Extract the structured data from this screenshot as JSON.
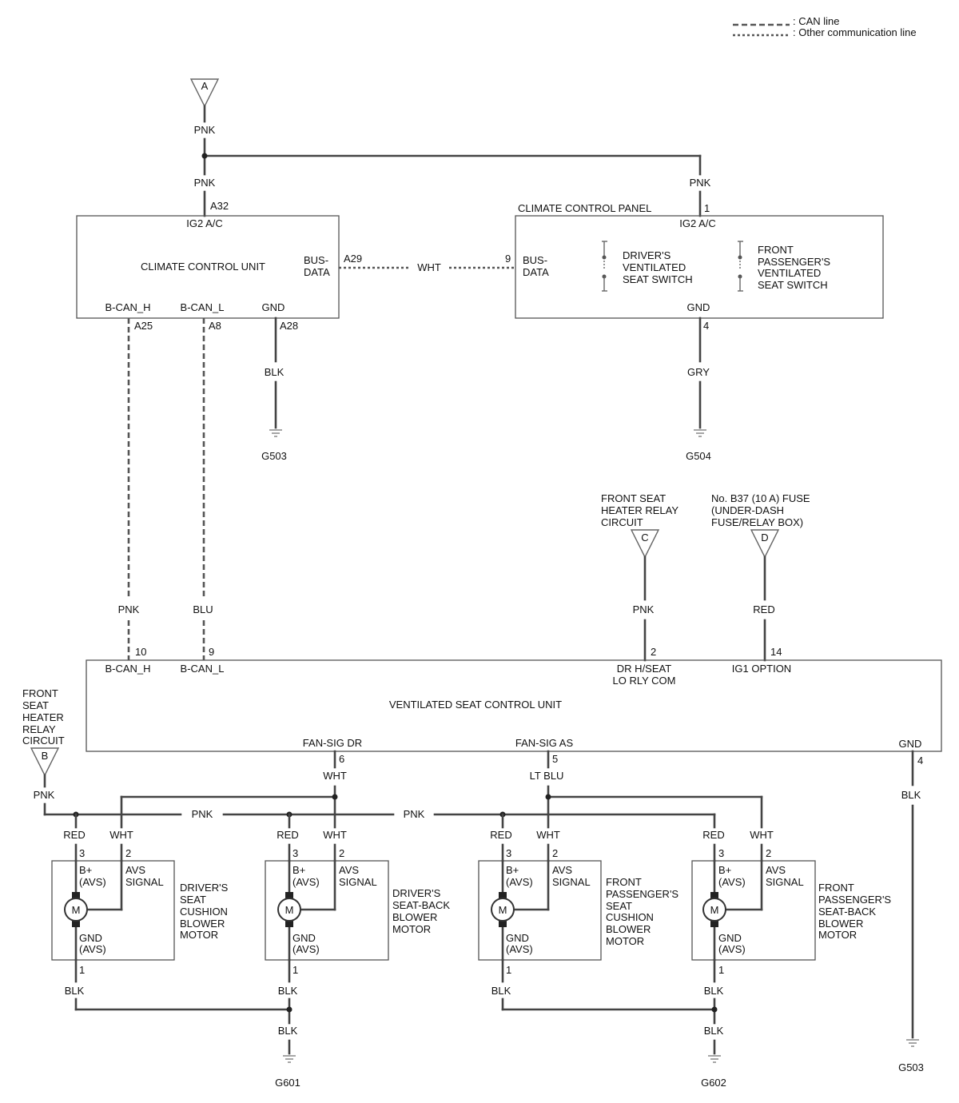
{
  "legend": {
    "can_line": ": CAN line",
    "other_line": ": Other communication line"
  },
  "connectors": {
    "a": "A",
    "b": "B",
    "c": "C",
    "d": "D"
  },
  "wire_colors": {
    "pnk": "PNK",
    "wht": "WHT",
    "blk": "BLK",
    "gry": "GRY",
    "blu": "BLU",
    "red": "RED",
    "lt_blu": "LT BLU"
  },
  "climate_unit": {
    "name": "CLIMATE CONTROL UNIT",
    "ig2": "IG2 A/C",
    "bus_1": "BUS-",
    "bus_2": "DATA",
    "bcan_h": "B-CAN_H",
    "bcan_l": "B-CAN_L",
    "gnd": "GND",
    "pins": {
      "ig2": "A32",
      "bus": "A29",
      "bcan_h": "A25",
      "bcan_l": "A8",
      "gnd": "A28"
    }
  },
  "climate_panel": {
    "name": "CLIMATE CONTROL PANEL",
    "ig2": "IG2 A/C",
    "bus_1": "BUS-",
    "bus_2": "DATA",
    "gnd": "GND",
    "pins": {
      "ig2": "1",
      "bus": "9",
      "gnd": "4"
    },
    "driver_switch": [
      "DRIVER'S",
      "VENTILATED",
      "SEAT SWITCH"
    ],
    "pass_switch": [
      "FRONT",
      "PASSENGER'S",
      "VENTILATED",
      "SEAT SWITCH"
    ]
  },
  "grounds": {
    "g503": "G503",
    "g504": "G504",
    "g601": "G601",
    "g602": "G602"
  },
  "relay_circuit": [
    "FRONT SEAT",
    "HEATER RELAY",
    "CIRCUIT"
  ],
  "fuse": [
    "No. B37 (10 A) FUSE",
    "(UNDER-DASH",
    "FUSE/RELAY BOX)"
  ],
  "left_relay": [
    "FRONT",
    "SEAT",
    "HEATER",
    "RELAY",
    "CIRCUIT"
  ],
  "vent_unit": {
    "name": "VENTILATED SEAT CONTROL UNIT",
    "bcan_h": "B-CAN_H",
    "bcan_l": "B-CAN_L",
    "drh_1": "DR H/SEAT",
    "drh_2": "LO RLY COM",
    "ig1": "IG1 OPTION",
    "fan_dr": "FAN-SIG DR",
    "fan_as": "FAN-SIG AS",
    "gnd": "GND",
    "pins": {
      "bcan_h": "10",
      "bcan_l": "9",
      "drh": "2",
      "ig1": "14",
      "fan_dr": "6",
      "fan_as": "5",
      "gnd": "4"
    }
  },
  "motor_common": {
    "m": "M",
    "b_plus": "B+",
    "avs": "(AVS)",
    "avs_signal_1": "AVS",
    "avs_signal_2": "SIGNAL",
    "gnd": "GND",
    "pin_b": "3",
    "pin_sig": "2",
    "pin_gnd": "1"
  },
  "motors": [
    {
      "name": [
        "DRIVER'S",
        "SEAT",
        "CUSHION",
        "BLOWER",
        "MOTOR"
      ]
    },
    {
      "name": [
        "DRIVER'S",
        "SEAT-BACK",
        "BLOWER",
        "MOTOR"
      ]
    },
    {
      "name": [
        "FRONT",
        "PASSENGER'S",
        "SEAT",
        "CUSHION",
        "BLOWER",
        "MOTOR"
      ]
    },
    {
      "name": [
        "FRONT",
        "PASSENGER'S",
        "SEAT-BACK",
        "BLOWER",
        "MOTOR"
      ]
    }
  ]
}
